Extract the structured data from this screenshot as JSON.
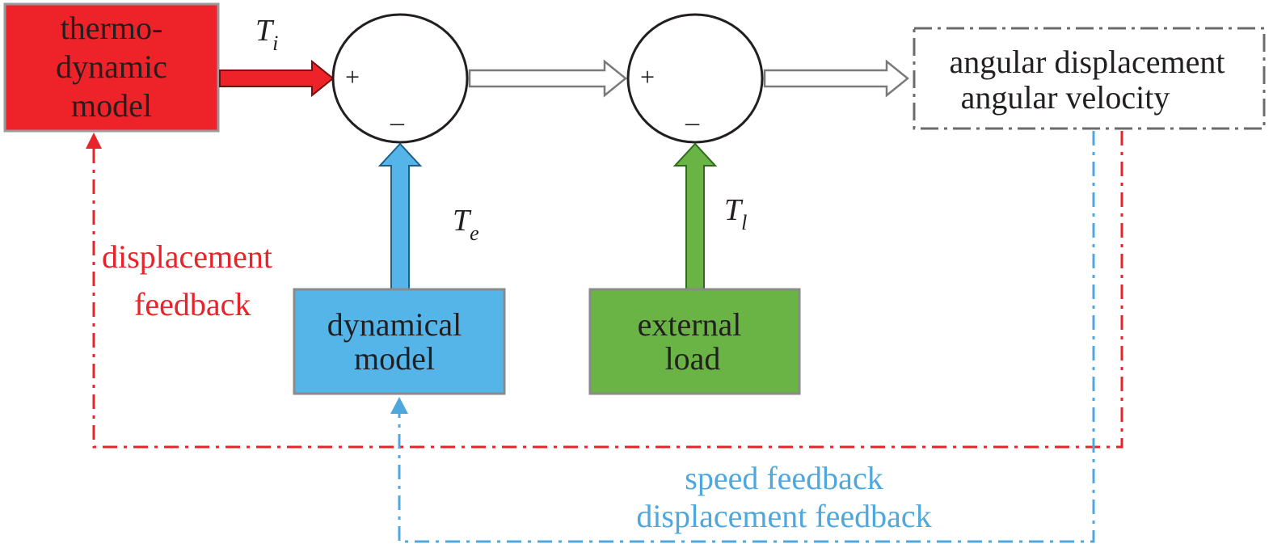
{
  "blocks": {
    "thermo": {
      "lines": [
        "thermo-",
        "dynamic",
        "model"
      ],
      "color": "#ee2229"
    },
    "dynamical": {
      "lines": [
        "dynamical",
        "model"
      ],
      "color": "#55b5e9"
    },
    "load": {
      "lines": [
        "external",
        "load"
      ],
      "color": "#6ab345"
    },
    "output": {
      "lines": [
        "angular displacement",
        "angular velocity"
      ]
    }
  },
  "signals": {
    "ti": {
      "base": "T",
      "sub": "i"
    },
    "te": {
      "base": "T",
      "sub": "e"
    },
    "tl": {
      "base": "T",
      "sub": "l"
    }
  },
  "junctions": {
    "sum1": {
      "plus": "+",
      "minus": "–"
    },
    "sum2": {
      "plus": "+",
      "minus": "–"
    }
  },
  "feedback": {
    "red": {
      "lines": [
        "displacement",
        "feedback"
      ],
      "color": "#e8242b"
    },
    "blue": {
      "lines": [
        "speed feedback",
        "displacement feedback"
      ],
      "color": "#4fa8dd"
    }
  }
}
